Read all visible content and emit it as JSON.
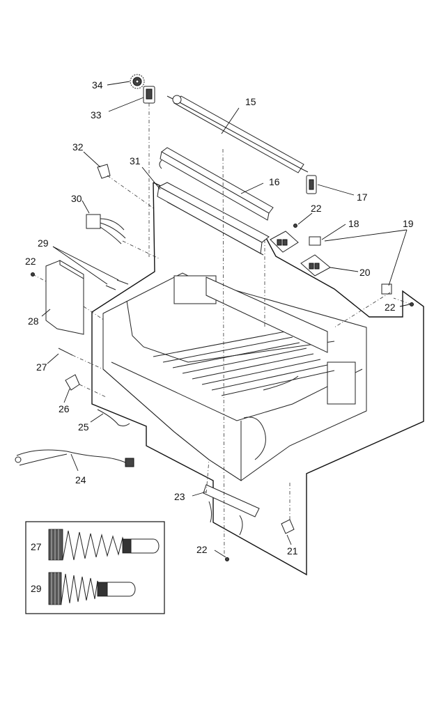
{
  "diagram": {
    "callouts": [
      "15",
      "16",
      "17",
      "18",
      "19",
      "20",
      "21",
      "22",
      "22",
      "22",
      "22",
      "23",
      "24",
      "25",
      "26",
      "27",
      "28",
      "29",
      "30",
      "31",
      "32",
      "33",
      "34"
    ],
    "inset": {
      "spring_a_label": "27",
      "spring_b_label": "29"
    }
  }
}
